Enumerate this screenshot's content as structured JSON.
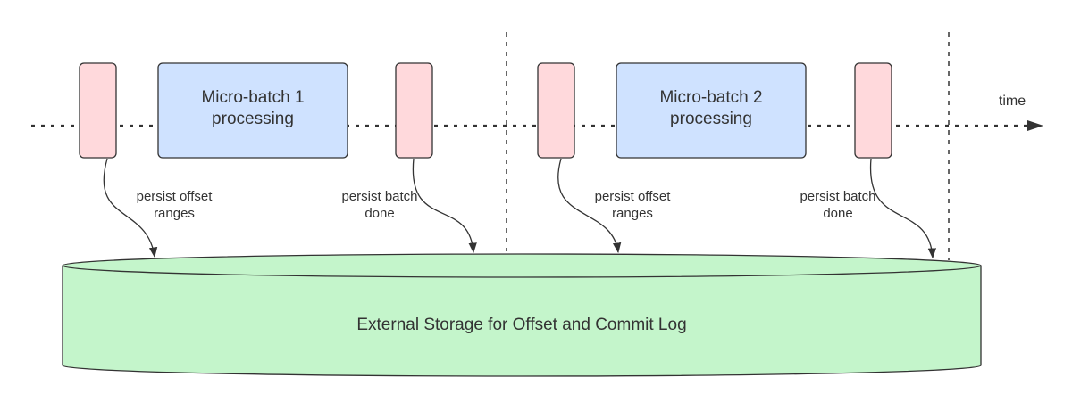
{
  "timeline": {
    "label": "time"
  },
  "batches": [
    {
      "title_line1": "Micro-batch 1",
      "title_line2": "processing",
      "start_note_line1": "persist offset",
      "start_note_line2": "ranges",
      "end_note_line1": "persist batch",
      "end_note_line2": "done"
    },
    {
      "title_line1": "Micro-batch 2",
      "title_line2": "processing",
      "start_note_line1": "persist offset",
      "start_note_line2": "ranges",
      "end_note_line1": "persist batch",
      "end_note_line2": "done"
    }
  ],
  "storage": {
    "label": "External Storage for Offset and Commit Log"
  },
  "colors": {
    "marker_fill": "#ffd9dc",
    "processing_fill": "#cfe2ff",
    "storage_fill": "#c4f5cb",
    "stroke": "#333333"
  }
}
